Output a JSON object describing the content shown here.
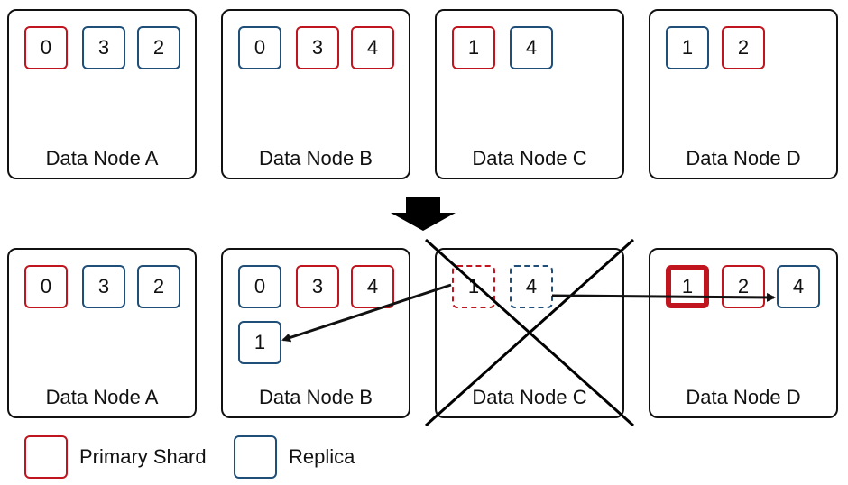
{
  "colors": {
    "primary": "#c0151f",
    "replica": "#1f4e79",
    "outline": "#111111"
  },
  "before": {
    "nodes": [
      {
        "label": "Data Node A",
        "shards": [
          {
            "id": "0",
            "kind": "primary"
          },
          {
            "id": "3",
            "kind": "replica"
          },
          {
            "id": "2",
            "kind": "replica"
          }
        ]
      },
      {
        "label": "Data Node B",
        "shards": [
          {
            "id": "0",
            "kind": "replica"
          },
          {
            "id": "3",
            "kind": "primary"
          },
          {
            "id": "4",
            "kind": "primary"
          }
        ]
      },
      {
        "label": "Data Node C",
        "shards": [
          {
            "id": "1",
            "kind": "primary"
          },
          {
            "id": "4",
            "kind": "replica"
          }
        ]
      },
      {
        "label": "Data Node D",
        "shards": [
          {
            "id": "1",
            "kind": "replica"
          },
          {
            "id": "2",
            "kind": "primary"
          }
        ]
      }
    ]
  },
  "after": {
    "nodes": [
      {
        "label": "Data Node A",
        "shards": [
          {
            "id": "0",
            "kind": "primary"
          },
          {
            "id": "3",
            "kind": "replica"
          },
          {
            "id": "2",
            "kind": "replica"
          }
        ]
      },
      {
        "label": "Data Node B",
        "shards": [
          {
            "id": "0",
            "kind": "replica"
          },
          {
            "id": "3",
            "kind": "primary"
          },
          {
            "id": "4",
            "kind": "primary"
          },
          {
            "id": "1",
            "kind": "replica"
          }
        ]
      },
      {
        "label": "Data Node C",
        "failed": true,
        "shards": [
          {
            "id": "1",
            "kind": "primary",
            "dashed": true
          },
          {
            "id": "4",
            "kind": "replica",
            "dashed": true
          }
        ]
      },
      {
        "label": "Data Node D",
        "shards": [
          {
            "id": "1",
            "kind": "primary",
            "promoted": true
          },
          {
            "id": "2",
            "kind": "primary"
          },
          {
            "id": "4",
            "kind": "replica"
          }
        ]
      }
    ]
  },
  "legend": {
    "primary_label": "Primary Shard",
    "replica_label": "Replica"
  }
}
